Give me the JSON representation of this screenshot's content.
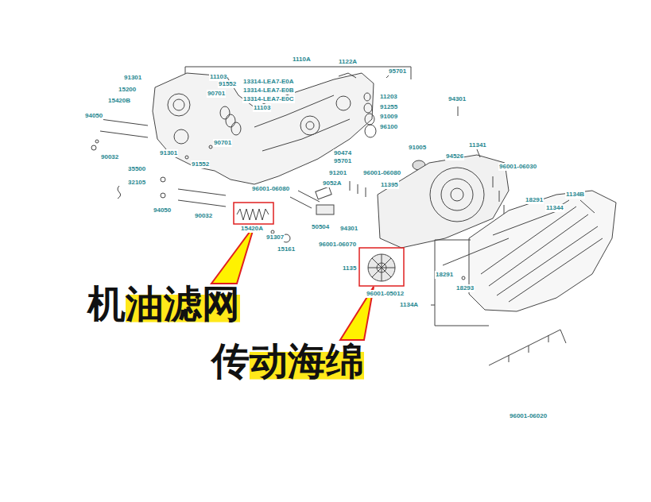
{
  "diagram": {
    "labels": [
      "1110A",
      "91301",
      "11103",
      "15200",
      "91552",
      "13314-LEA7-E0A",
      "90701",
      "13314-LEA7-E0B",
      "15420B",
      "13314-LEA7-E0C",
      "11103",
      "94050",
      "90701",
      "90032",
      "91301",
      "35500",
      "91552",
      "32105",
      "94050",
      "90032",
      "1122A",
      "95701",
      "11203",
      "91255",
      "91009",
      "96100",
      "94301",
      "91005",
      "94526",
      "11341",
      "90474",
      "95701",
      "91201",
      "96001-06080",
      "96001-06080",
      "9052A",
      "11395",
      "96001-06030",
      "1134B",
      "18291",
      "11344",
      "15420A",
      "50504",
      "94301",
      "91307",
      "15161",
      "96001-06070",
      "1135",
      "96001-05012",
      "18291",
      "18293",
      "1134A",
      "96001-06020",
      "机油滤网",
      "传动海绵"
    ]
  }
}
